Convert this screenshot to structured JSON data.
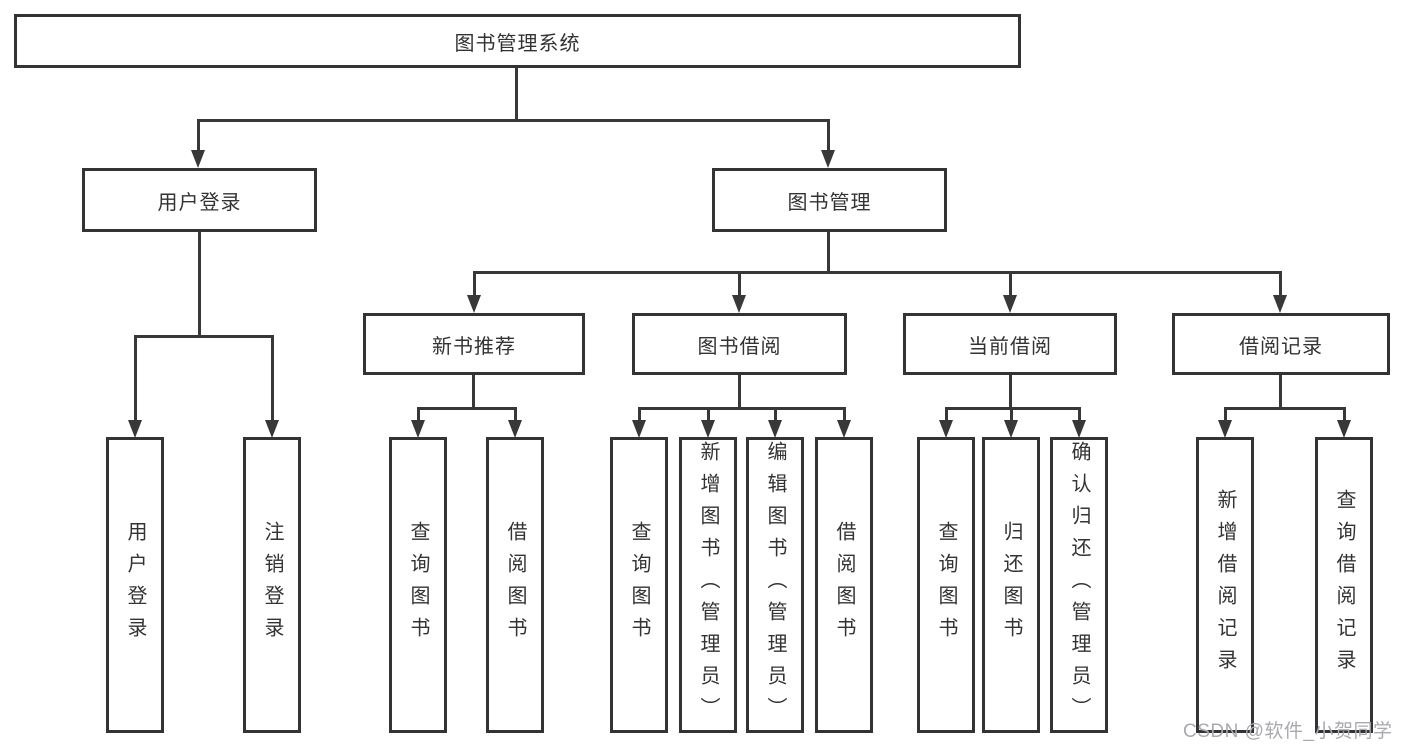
{
  "diagram": {
    "type": "hierarchy-tree",
    "title": "图书管理系统",
    "colors": {
      "line": "#383838",
      "box_border": "#333333",
      "text": "#333333",
      "background": "#ffffff",
      "watermark_text_color": "#a9a9b0"
    },
    "root": {
      "label": "图书管理系统",
      "children": [
        {
          "label": "用户登录",
          "children": [
            {
              "label": "用户登录"
            },
            {
              "label": "注销登录"
            }
          ]
        },
        {
          "label": "图书管理",
          "children": [
            {
              "label": "新书推荐",
              "children": [
                {
                  "label": "查询图书"
                },
                {
                  "label": "借阅图书"
                }
              ]
            },
            {
              "label": "图书借阅",
              "children": [
                {
                  "label": "查询图书"
                },
                {
                  "label": "新增图书（管理员）"
                },
                {
                  "label": "编辑图书（管理员）"
                },
                {
                  "label": "借阅图书"
                }
              ]
            },
            {
              "label": "当前借阅",
              "children": [
                {
                  "label": "查询图书"
                },
                {
                  "label": "归还图书"
                },
                {
                  "label": "确认归还（管理员）"
                }
              ]
            },
            {
              "label": "借阅记录",
              "children": [
                {
                  "label": "新增借阅记录"
                },
                {
                  "label": "查询借阅记录"
                }
              ]
            }
          ]
        }
      ]
    }
  },
  "watermark": {
    "text": "CSDN @软件_小贺同学"
  }
}
